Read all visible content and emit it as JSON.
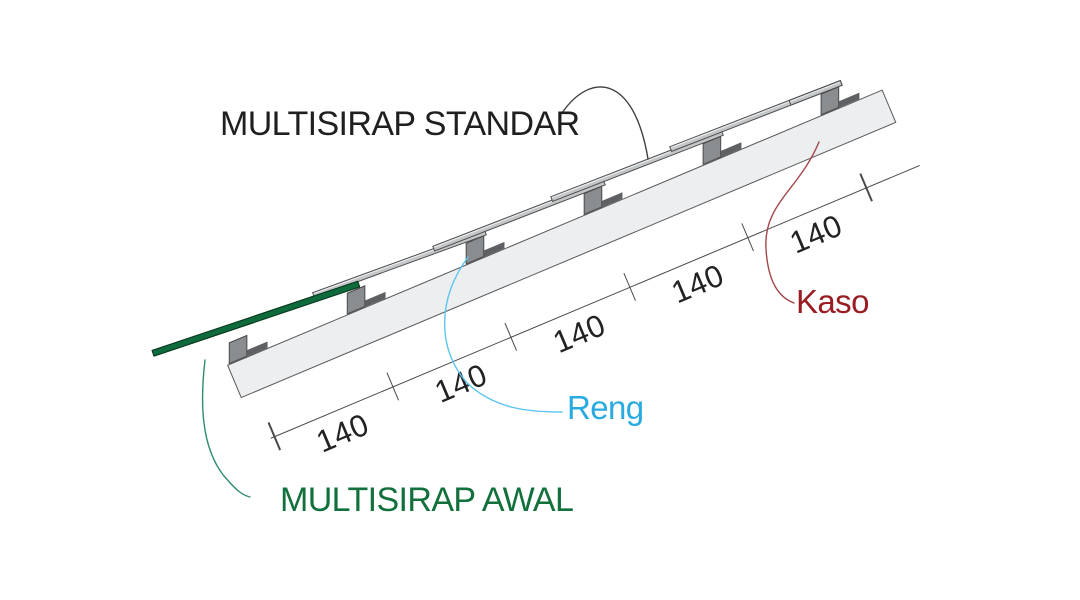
{
  "figure": {
    "background": "#FFFFFF",
    "labels": {
      "multisirap_standar": {
        "text": "MULTISIRAP STANDAR",
        "color": "#1F1F1F"
      },
      "kaso": {
        "text": "Kaso",
        "color": "#9A1D23"
      },
      "reng": {
        "text": "Reng",
        "color": "#29ABE2"
      },
      "multisirap_awal": {
        "text": "MULTISIRAP AWAL",
        "color": "#11703C"
      }
    },
    "dimension": {
      "labels": [
        "140",
        "140",
        "140",
        "140",
        "140"
      ],
      "tick_count": 6
    },
    "structure": {
      "batten_count": 6,
      "shingle_count": 5,
      "rafter_color": "#EDEEF0",
      "rafter_border": "#58595B",
      "batten_color": "#8A8D90",
      "batten_border": "#4A4A4A",
      "batten_shadow": "#5E6063",
      "shingle_color": "#C3C6C8",
      "shingle_highlight": "#E9EAEB",
      "shingle_border": "#4D4D4D",
      "starter_color": "#0F6B3C",
      "starter_border": "#09331D",
      "line_color": "#4A4A4A"
    },
    "leaders": {
      "standar_color": "#3F3F3F",
      "kaso_color": "#A3474B",
      "reng_color": "#5BC5F2",
      "awal_color": "#2E8C72"
    }
  }
}
